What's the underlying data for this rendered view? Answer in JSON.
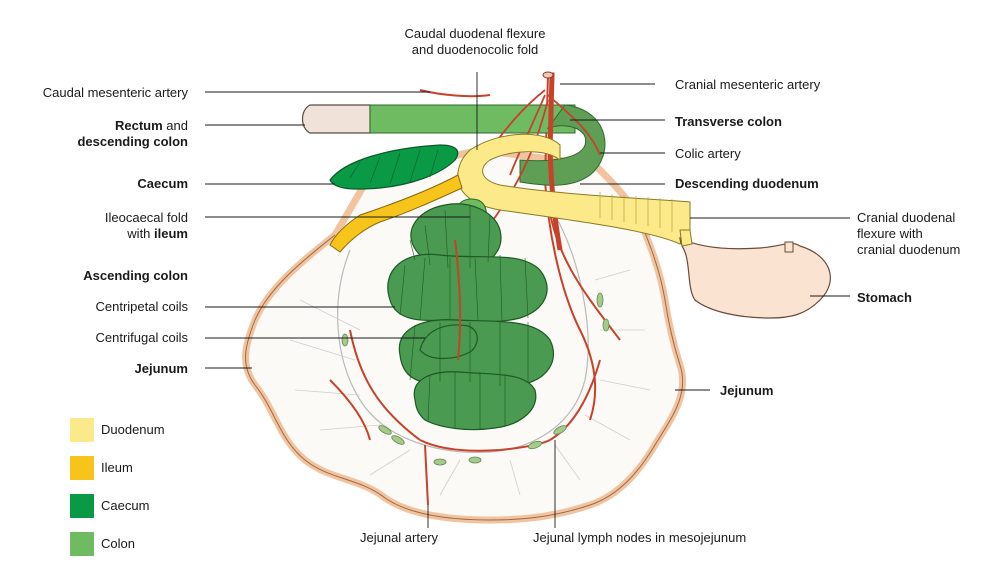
{
  "labels": {
    "caudal_duodenal_flexure": [
      "Caudal duodenal flexure",
      "and duodenocolic fold"
    ],
    "caudal_mesenteric_artery": "Caudal mesenteric artery",
    "rectum_bold": "Rectum",
    "rectum_and": " and",
    "descending_colon": "descending colon",
    "caecum": "Caecum",
    "ileocaecal_fold": "Ileocaecal fold",
    "with": "with ",
    "ileum": "ileum",
    "ascending_colon": "Ascending colon",
    "centripetal_coils": "Centripetal coils",
    "centrifugal_coils": "Centrifugal coils",
    "jejunum_left": "Jejunum",
    "cranial_mesenteric_artery": "Cranial mesenteric artery",
    "transverse_colon": "Transverse colon",
    "colic_artery": "Colic artery",
    "descending_duodenum": "Descending duodenum",
    "cranial_duodenal_flexure": [
      "Cranial duodenal",
      "flexure with",
      "cranial duodenum"
    ],
    "stomach": "Stomach",
    "jejunum_right": "Jejunum",
    "jejunal_artery": "Jejunal artery",
    "jejunal_lymph_nodes": "Jejunal lymph nodes in mesojejunum"
  },
  "legend": [
    {
      "label": "Duodenum",
      "color": "#fbe98a"
    },
    {
      "label": "Ileum",
      "color": "#f6c41a"
    },
    {
      "label": "Caecum",
      "color": "#0a9a45"
    },
    {
      "label": "Colon",
      "color": "#6fbb62"
    }
  ],
  "colors": {
    "mesentery_border": "#f4c9a8",
    "artery": "#c8412a",
    "jejunum_coil": "#4a9a52",
    "stomach": "#fbe3d2"
  }
}
